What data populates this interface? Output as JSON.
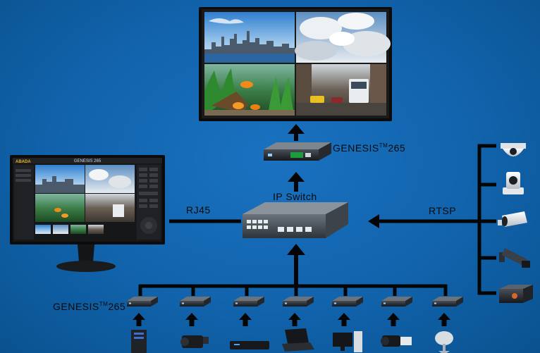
{
  "labels": {
    "genesis_top": "GENESIS",
    "genesis_top_tm": "TM",
    "genesis_top_num": "265",
    "ip_switch": "IP Switch",
    "rj45": "RJ45",
    "rtsp": "RTSP",
    "genesis_bottom": "GENESIS",
    "genesis_bottom_tm": "TM",
    "genesis_bottom_num": "265"
  },
  "monitor_ui": {
    "logo": "ABADA",
    "title": "GENESIS 265"
  },
  "cameras": [
    "dome-camera",
    "ptz-camera",
    "bullet-camera",
    "box-camera",
    "pinhole-camera"
  ],
  "sources": [
    "pc-tower",
    "camcorder",
    "media-player",
    "laptop",
    "desktop-computer",
    "video-camera",
    "satellite-dish"
  ],
  "colors": {
    "background": "#1163ac",
    "line": "#050505",
    "label": "#0a0a0a"
  }
}
